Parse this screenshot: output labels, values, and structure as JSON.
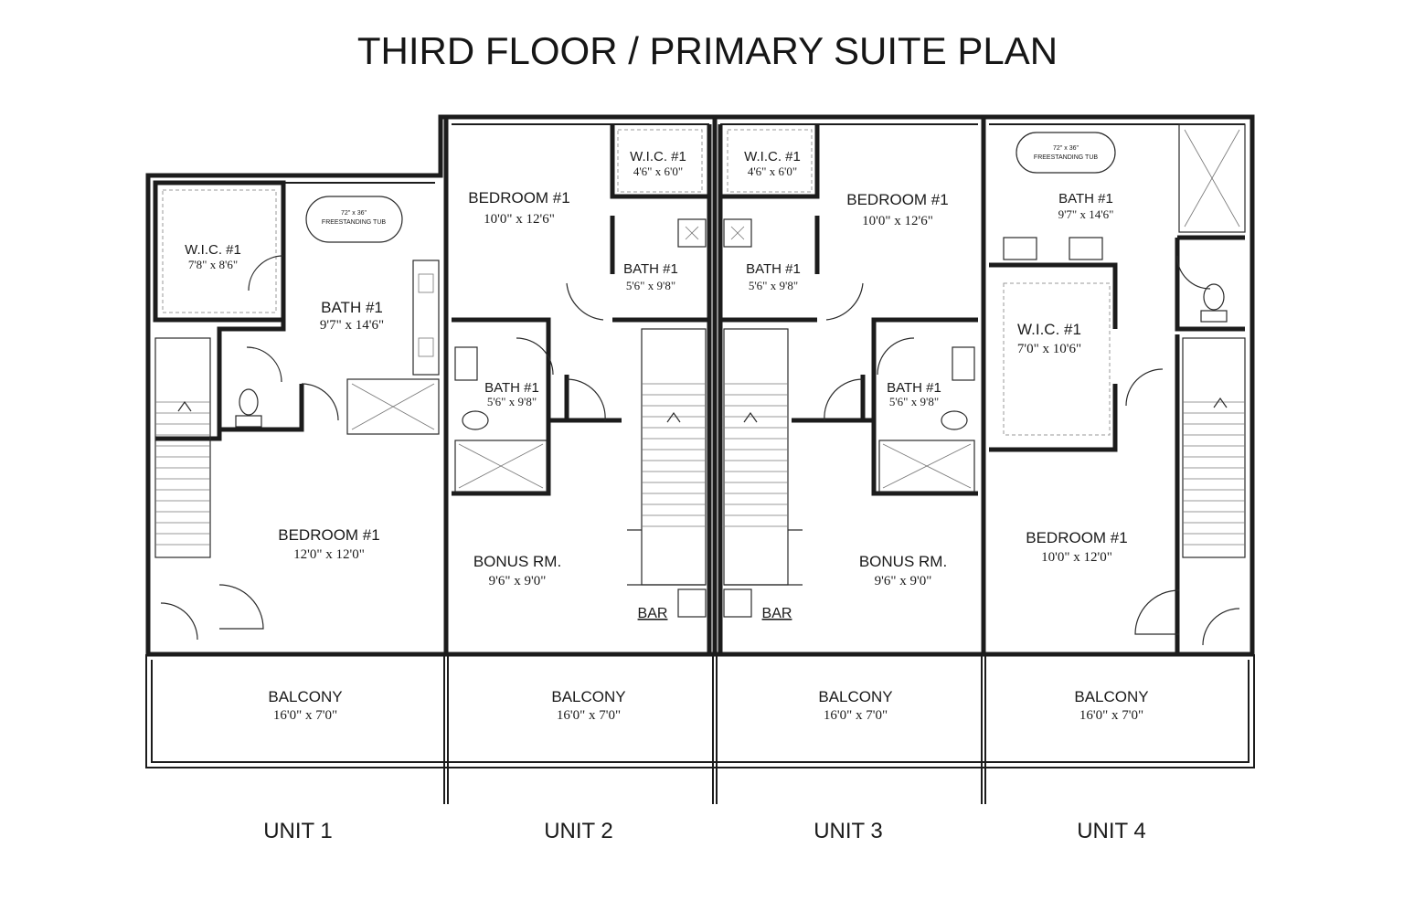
{
  "title": "THIRD FLOOR / PRIMARY SUITE PLAN",
  "units": [
    {
      "label": "UNIT 1",
      "wic": {
        "name": "W.I.C. #1",
        "size": "7'8\" x 8'6\""
      },
      "bath": {
        "name": "BATH #1",
        "size": "9'7\" x 14'6\""
      },
      "tub": {
        "size": "72\" x 36\"",
        "label": "FREESTANDING TUB"
      },
      "bedroom": {
        "name": "BEDROOM #1",
        "size": "12'0\" x 12'0\""
      },
      "balcony": {
        "name": "BALCONY",
        "size": "16'0\" x 7'0\""
      }
    },
    {
      "label": "UNIT 2",
      "wic": {
        "name": "W.I.C. #1",
        "size": "4'6\" x 6'0\""
      },
      "bedroom": {
        "name": "BEDROOM #1",
        "size": "10'0\" x 12'6\""
      },
      "bath": {
        "name": "BATH #1",
        "size": "5'6\" x 9'8\""
      },
      "bath2": {
        "name": "BATH #1",
        "size": "5'6\" x 9'8\""
      },
      "bonus": {
        "name": "BONUS RM.",
        "size": "9'6\" x 9'0\""
      },
      "bar": "BAR",
      "balcony": {
        "name": "BALCONY",
        "size": "16'0\" x 7'0\""
      }
    },
    {
      "label": "UNIT 3",
      "wic": {
        "name": "W.I.C. #1",
        "size": "4'6\" x 6'0\""
      },
      "bedroom": {
        "name": "BEDROOM #1",
        "size": "10'0\" x 12'6\""
      },
      "bath": {
        "name": "BATH #1",
        "size": "5'6\" x 9'8\""
      },
      "bath2": {
        "name": "BATH #1",
        "size": "5'6\" x 9'8\""
      },
      "bonus": {
        "name": "BONUS RM.",
        "size": "9'6\" x 9'0\""
      },
      "bar": "BAR",
      "balcony": {
        "name": "BALCONY",
        "size": "16'0\" x 7'0\""
      }
    },
    {
      "label": "UNIT 4",
      "tub": {
        "size": "72\" x 36\"",
        "label": "FREESTANDING TUB"
      },
      "bath": {
        "name": "BATH #1",
        "size": "9'7\" x 14'6\""
      },
      "wic": {
        "name": "W.I.C. #1",
        "size": "7'0\" x 10'6\""
      },
      "bedroom": {
        "name": "BEDROOM #1",
        "size": "10'0\" x 12'0\""
      },
      "balcony": {
        "name": "BALCONY",
        "size": "16'0\" x 7'0\""
      }
    }
  ]
}
